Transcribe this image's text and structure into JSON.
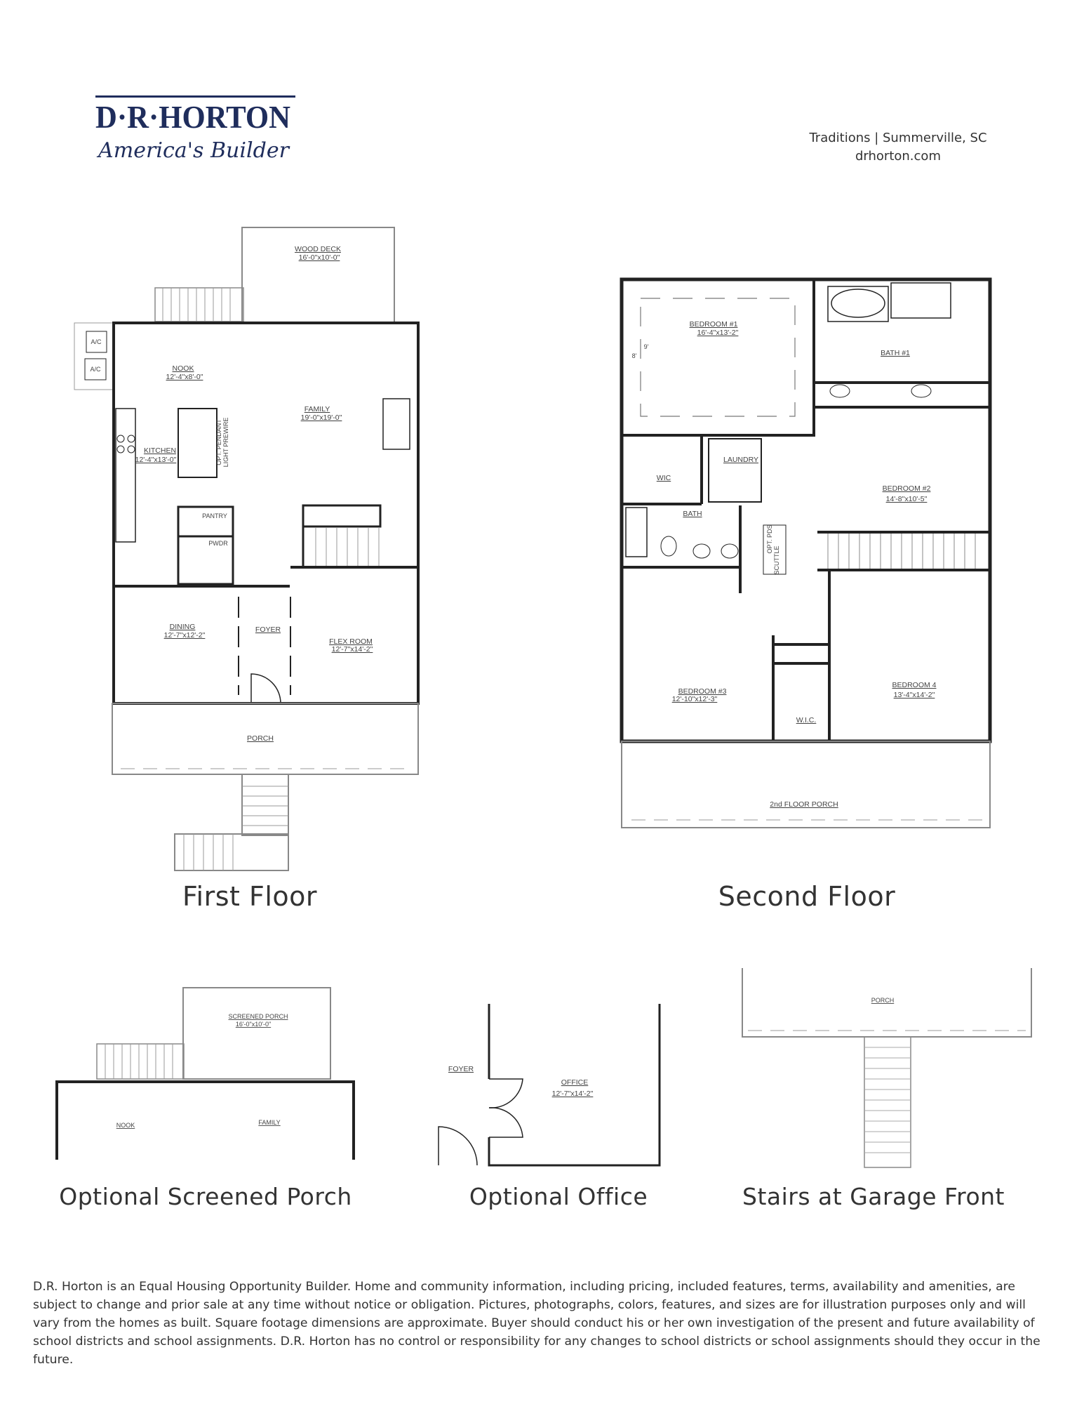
{
  "logo": {
    "brand": "D·R·HORTON",
    "tagline": "America's Builder",
    "color": "#1f2d5c"
  },
  "header": {
    "community": "Traditions | Summerville, SC",
    "website": "drhorton.com"
  },
  "first_floor": {
    "caption": "First Floor",
    "rooms": {
      "wood_deck": "WOOD DECK",
      "wood_deck_dims": "16'-0\"x10'-0\"",
      "ac1": "A/C",
      "ac2": "A/C",
      "nook": "NOOK",
      "nook_dims": "12'-4\"x8'-0\"",
      "family": "FAMILY",
      "family_dims": "19'-0\"x19'-0\"",
      "kitchen": "KITCHEN",
      "kitchen_dims": "12'-4\"x13'-0\"",
      "pendant_1": "OPT. PENDANT",
      "pendant_2": "LIGHT PREWIRE",
      "pantry": "PANTRY",
      "pwdr": "PWDR",
      "dining": "DINING",
      "dining_dims": "12'-7\"x12'-2\"",
      "foyer": "FOYER",
      "flex": "FLEX ROOM",
      "flex_dims": "12'-7\"x14'-2\"",
      "porch": "PORCH"
    }
  },
  "second_floor": {
    "caption": "Second Floor",
    "rooms": {
      "bed1": "BEDROOM #1",
      "bed1_dims": "16'-4\"x13'-2\"",
      "ceiling_9": "9'",
      "ceiling_8": "8'",
      "bath1": "BATH #1",
      "wic": "WIC",
      "laundry": "LAUNDRY",
      "bath": "BATH",
      "opt_pds": "OPT. PDS",
      "scuttle": "SCUTTLE",
      "bed2": "BEDROOM #2",
      "bed2_dims": "14'-8\"x10'-5\"",
      "bed3": "BEDROOM #3",
      "bed3_dims": "12'-10\"x12'-3\"",
      "bed4": "BEDROOM 4",
      "bed4_dims": "13'-4\"x14'-2\"",
      "wic2": "W.I.C.",
      "porch2": "2nd FLOOR PORCH"
    }
  },
  "options": {
    "screened_porch": {
      "caption": "Optional Screened Porch",
      "label": "SCREENED PORCH",
      "dims": "16'-0\"x10'-0\"",
      "nook": "NOOK",
      "family": "FAMILY"
    },
    "office": {
      "caption": "Optional Office",
      "foyer": "FOYER",
      "label": "OFFICE",
      "dims": "12'-7\"x14'-2\""
    },
    "garage_stairs": {
      "caption": "Stairs at Garage Front",
      "porch": "PORCH"
    }
  },
  "disclaimer": "D.R. Horton is an Equal Housing Opportunity Builder. Home and community information, including pricing, included features, terms, availability and amenities, are subject to change and prior sale at any time without notice or obligation. Pictures, photographs, colors, features, and sizes are for illustration purposes only and will vary from the homes as built. Square footage dimensions are approximate. Buyer should conduct his or her own investigation of the present and future availability of school districts and school assignments. D.R. Horton has no control or responsibility for any changes to school districts or school assignments should they occur in the future."
}
